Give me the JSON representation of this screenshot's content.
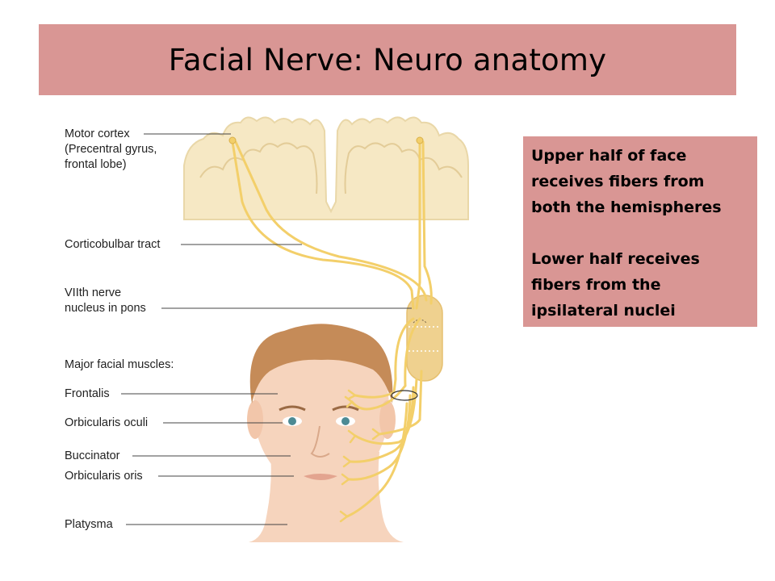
{
  "title": "Facial Nerve: Neuro anatomy",
  "notes": {
    "upper": [
      "Upper half of face",
      "receives fibers from",
      "both the hemispheres"
    ],
    "lower": [
      "Lower half receives",
      "fibers from the",
      "ipsilateral nuclei"
    ]
  },
  "labels": {
    "motor_cortex": [
      "Motor cortex",
      "(Precentral gyrus,",
      "frontal lobe)"
    ],
    "corticobulbar": "Corticobulbar tract",
    "nucleus": [
      "VIIth nerve",
      "nucleus in pons"
    ],
    "muscles_heading": "Major facial muscles:",
    "frontalis": "Frontalis",
    "orbicularis_oculi": "Orbicularis oculi",
    "buccinator": "Buccinator",
    "orbicularis_oris": "Orbicularis oris",
    "platysma": "Platysma"
  },
  "colors": {
    "band": "#d99694",
    "tract": "#f3cf6a",
    "brain": "#f6e8c4",
    "skin": "#f6d4bd",
    "hair": "#c58b58"
  }
}
